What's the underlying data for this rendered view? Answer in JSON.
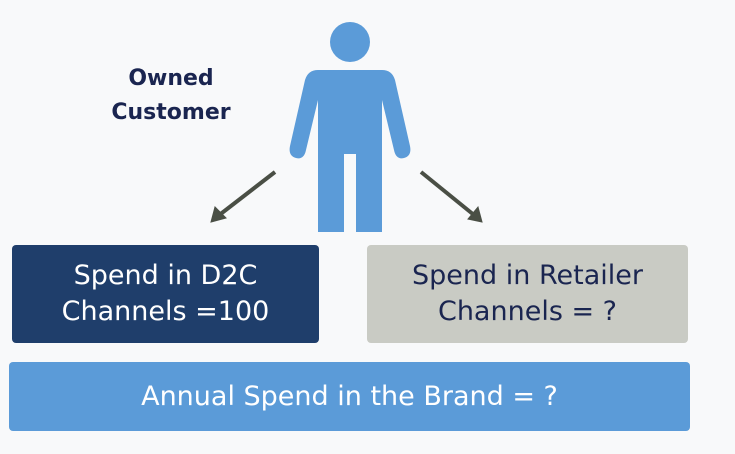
{
  "diagram": {
    "owned_customer": {
      "line1": "Owned",
      "line2": "Customer",
      "icon": "person-icon",
      "icon_color": "#5b9bd8"
    },
    "d2c_box": {
      "line1": "Spend in D2C",
      "line2": "Channels =100",
      "bg_color": "#1f3e6b"
    },
    "retailer_box": {
      "line1": "Spend in Retailer",
      "line2": "Channels = ?",
      "bg_color": "#c9cbc4"
    },
    "annual_box": {
      "label": "Annual Spend in the Brand = ?",
      "bg_color": "#5b9bd8"
    },
    "arrows": [
      "arrow-to-d2c",
      "arrow-to-retailer"
    ]
  }
}
